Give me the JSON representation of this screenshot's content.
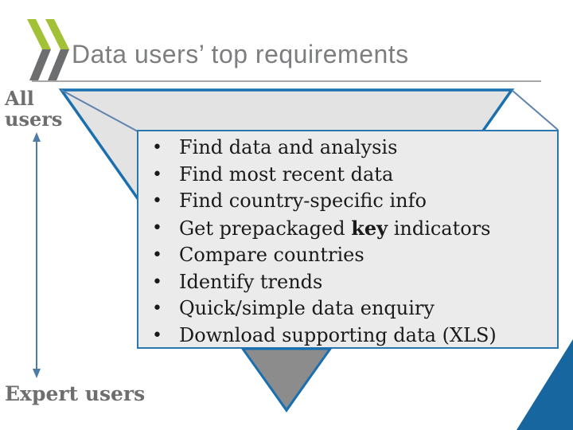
{
  "slide": {
    "title": "Data users’ top requirements",
    "logo_icon": "oecd-double-chevron-logo",
    "labels": {
      "top": "All users",
      "bottom": "Expert users"
    },
    "funnel": {
      "items": [
        {
          "text": "Find data and analysis"
        },
        {
          "text": "Find most recent data"
        },
        {
          "text": "Find country-specific info"
        },
        {
          "pre": "Get prepackaged ",
          "bold": "key",
          "post": " indicators"
        },
        {
          "text": "Compare countries"
        },
        {
          "text": "Identify trends"
        },
        {
          "text": "Quick/simple data enquiry"
        },
        {
          "text": "Download supporting data (XLS)"
        }
      ]
    }
  },
  "colors": {
    "funnel_stroke_blue": "#1a70af",
    "connector_blue": "#5d83ae",
    "box_stroke_blue": "#2a77b0",
    "funnel_fill_gray": "#e3e3e4",
    "box_fill_gray": "#ebebeb",
    "tip_fill_gray": "#8c8c8c",
    "corner_triangle_blue": "#17669f",
    "arrow_blue": "#4d7ca8",
    "logo_green": "#a3c136",
    "logo_gray": "#6d6e70",
    "title_gray": "#7d7e80",
    "underline_gray": "#8a8a8a",
    "label_gray": "#6e6e6e",
    "bullet_text": "#1a1a1a"
  }
}
